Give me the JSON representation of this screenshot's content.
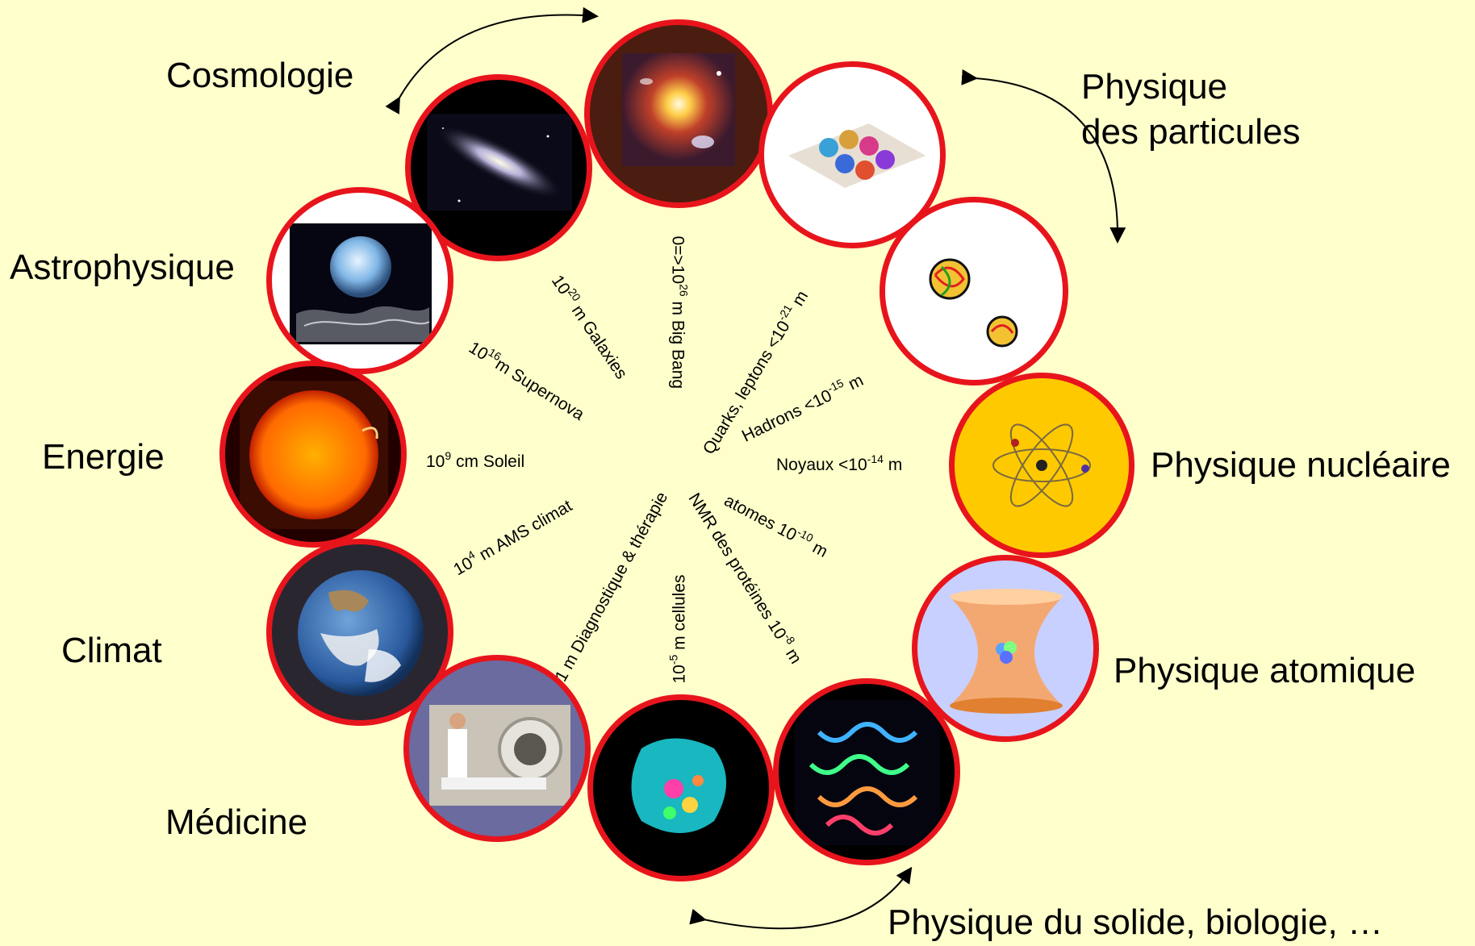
{
  "labels": {
    "cosmologie": "Cosmologie",
    "astrophysique": "Astrophysique",
    "energie": "Energie",
    "climat": "Climat",
    "medicine": "Médicine",
    "particules_1": "Physique",
    "particules_2": "des particules",
    "nucleaire": "Physique nucléaire",
    "atomique": "Physique atomique",
    "solide": "Physique du solide, biologie, …"
  },
  "scales": [
    {
      "id": "bigbang",
      "pre": "0=>10",
      "sup": "26",
      "post": " m Big Bang"
    },
    {
      "id": "galaxies",
      "pre": "10",
      "sup": "20",
      "post": " m Galaxies"
    },
    {
      "id": "supernova",
      "pre": "10",
      "sup": "16",
      "post": "m Supernova"
    },
    {
      "id": "soleil",
      "pre": "10",
      "sup": "9",
      "post": " cm Soleil"
    },
    {
      "id": "ams",
      "pre": "10",
      "sup": "4",
      "post": " m AMS  climat"
    },
    {
      "id": "diagnostic",
      "pre": "1 m Diagnostique & thérapie",
      "sup": "",
      "post": ""
    },
    {
      "id": "cellules",
      "pre": "10",
      "sup": "-5",
      "post": " m cellules"
    },
    {
      "id": "nmr",
      "pre": "NMR des protéines 10",
      "sup": "-8",
      "post": " m"
    },
    {
      "id": "atomes",
      "pre": "atomes 10",
      "sup": "-10",
      "post": " m"
    },
    {
      "id": "noyaux",
      "pre": "Noyaux <10",
      "sup": "-14",
      "post": " m"
    },
    {
      "id": "hadrons",
      "pre": "Hadrons <10",
      "sup": "-15",
      "post": " m"
    },
    {
      "id": "quarks",
      "pre": "Quarks, leptons <10",
      "sup": "-21",
      "post": " m"
    }
  ],
  "images": [
    {
      "id": "big-bang",
      "bg": "#4a1d10"
    },
    {
      "id": "galaxy",
      "bg": "#0a0a18"
    },
    {
      "id": "supernova",
      "bg": "#060612"
    },
    {
      "id": "sun",
      "bg": "#3a0c02"
    },
    {
      "id": "earth",
      "bg": "#2a2630"
    },
    {
      "id": "medical-scanner",
      "bg": "#6b6ba0"
    },
    {
      "id": "cell",
      "bg": "#000000"
    },
    {
      "id": "protein",
      "bg": "#050510"
    },
    {
      "id": "atom-trap",
      "bg": "#c8d0ff"
    },
    {
      "id": "nucleus-atom",
      "bg": "#FFC900"
    },
    {
      "id": "hadrons",
      "bg": "#ffffff"
    },
    {
      "id": "quarks",
      "bg": "#ffffff"
    }
  ],
  "colors": {
    "background": "#FFFFCC",
    "ring": "#E8141C"
  }
}
